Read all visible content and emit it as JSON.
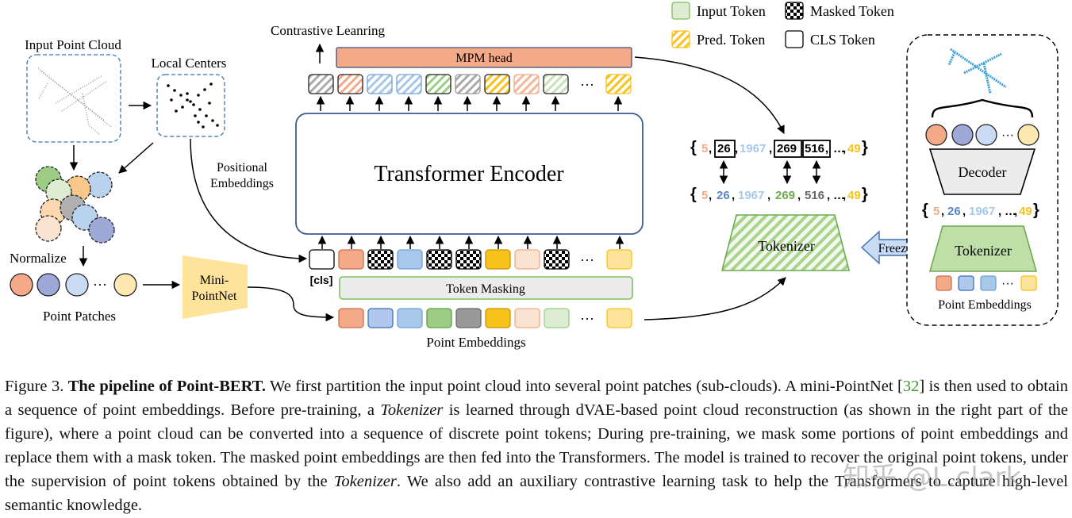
{
  "legend": {
    "input_token": "Input Token",
    "masked_token": "Masked Token",
    "pred_token": "Pred. Token",
    "cls_token": "CLS Token"
  },
  "labels": {
    "input_point_cloud": "Input Point Cloud",
    "local_centers": "Local Centers",
    "positional_1": "Positional",
    "positional_2": "Embeddings",
    "normalize": "Normalize",
    "point_patches": "Point Patches",
    "mini_pointnet_1": "Mini-",
    "mini_pointnet_2": "PointNet",
    "contrastive": "Contrastive Leanring",
    "mpm_head": "MPM head",
    "transformer_encoder": "Transformer Encoder",
    "cls": "[cls]",
    "token_masking": "Token Masking",
    "point_embeddings": "Point Embeddings",
    "tokenizer": "Tokenizer",
    "freeze": "Freeze",
    "decoder": "Decoder",
    "tokenizer_right": "Tokenizer",
    "point_embeddings_right": "Point Embeddings",
    "ellipsis": "···"
  },
  "sequences": {
    "top": [
      "5",
      "26",
      "1967",
      "269",
      "516",
      "…",
      "49"
    ],
    "bottom": [
      "5",
      "26",
      "1967",
      "269",
      "516",
      "…",
      "49"
    ],
    "right": [
      "5",
      "26",
      "1967",
      "…",
      "49"
    ]
  },
  "colors": {
    "orange": "#f4a988",
    "blue_light": "#b9d3ee",
    "blue": "#a8c8ea",
    "navy": "#9fa9d8",
    "green": "#9dcc85",
    "gray": "#999999",
    "yellow": "#f8c21a",
    "peach": "#fbe3d2",
    "light_green": "#dcedd2",
    "pale_yellow": "#fde49a",
    "mpm": "#f4a988",
    "tokenizer_green": "#bfdfa9",
    "freeze_blue": "#c9dcf3",
    "plane_blue": "#3d9fd8"
  },
  "caption": {
    "prefix": "Figure 3. ",
    "bold": "The pipeline of Point-BERT.",
    "t1": " We first partition the input point cloud into several point patches (sub-clouds). A mini-PointNet [",
    "cite": "32",
    "t2": "] is then used to obtain a sequence of point embeddings. Before pre-training, a ",
    "italic1": "Tokenizer",
    "t3": " is learned through dVAE-based point cloud reconstruction (as shown in the right part of the figure), where a point cloud can be converted into a sequence of discrete point tokens; During pre-training, we mask some portions of point embeddings and replace them with a mask token. The masked point embeddings are then fed into the Transformers. The model is trained to recover the original point tokens, under the supervision of point tokens obtained by the ",
    "italic2": "Tokenizer",
    "t4": ". We also add an auxiliary contrastive learning task to help the Transformers to capture high-level semantic knowledge."
  },
  "watermark": "知乎 @L.clark"
}
